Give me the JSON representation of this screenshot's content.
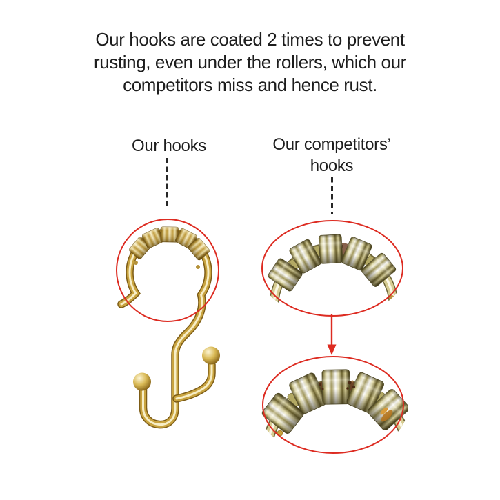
{
  "headline": {
    "lines": [
      "Our hooks are coated 2 times to prevent",
      "rusting, even under the rollers, which our",
      "competitors miss and hence rust."
    ]
  },
  "callouts": {
    "left": {
      "label": "Our hooks"
    },
    "right": {
      "label_line1": "Our competitors’",
      "label_line2": "hooks"
    }
  },
  "figures": {
    "our_hook": {
      "name": "gold-double-shower-hook-photo",
      "rollers": 5
    },
    "competitor_top": {
      "name": "competitor-hook-rollers-zoom",
      "rollers": 5
    },
    "competitor_bottom": {
      "name": "competitor-hook-rust-closeup",
      "rollers": 5
    }
  },
  "colors": {
    "background": "#ffffff",
    "text": "#1d1d1d",
    "annotation_red": "#dd2b21",
    "gold": "#c9a23c",
    "pale_gold": "#d6cc92",
    "rust_brown": "#6b4226"
  }
}
